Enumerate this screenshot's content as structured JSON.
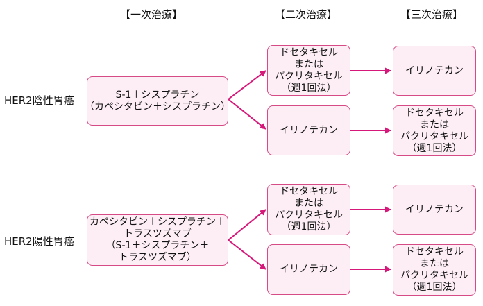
{
  "headers": {
    "first": "【一次治療】",
    "second": "【二次治療】",
    "third": "【三次治療】"
  },
  "groups": [
    {
      "label": "HER2陰性胃癌",
      "first_line": [
        "S-1＋シスプラチン",
        "（カペシタビン＋シスプラチン）"
      ],
      "second_line_a": [
        "ドセタキセル",
        "または",
        "パクリタキセル",
        "（週1回法）"
      ],
      "third_line_a": [
        "イリノテカン"
      ],
      "second_line_b": [
        "イリノテカン"
      ],
      "third_line_b": [
        "ドセタキセル",
        "または",
        "パクリタキセル",
        "（週1回法）"
      ]
    },
    {
      "label": "HER2陽性胃癌",
      "first_line": [
        "カペシタビン＋シスプラチン＋",
        "トラスツズマブ",
        "（S-1＋シスプラチン＋",
        "トラスツズマブ）"
      ],
      "second_line_a": [
        "ドセタキセル",
        "または",
        "パクリタキセル",
        "（週1回法）"
      ],
      "third_line_a": [
        "イリノテカン"
      ],
      "second_line_b": [
        "イリノテカン"
      ],
      "third_line_b": [
        "ドセタキセル",
        "または",
        "パクリタキセル",
        "（週1回法）"
      ]
    }
  ],
  "colors": {
    "box_fill": "#fdeef5",
    "box_border": "#d64a86",
    "arrow": "#d6187a"
  }
}
